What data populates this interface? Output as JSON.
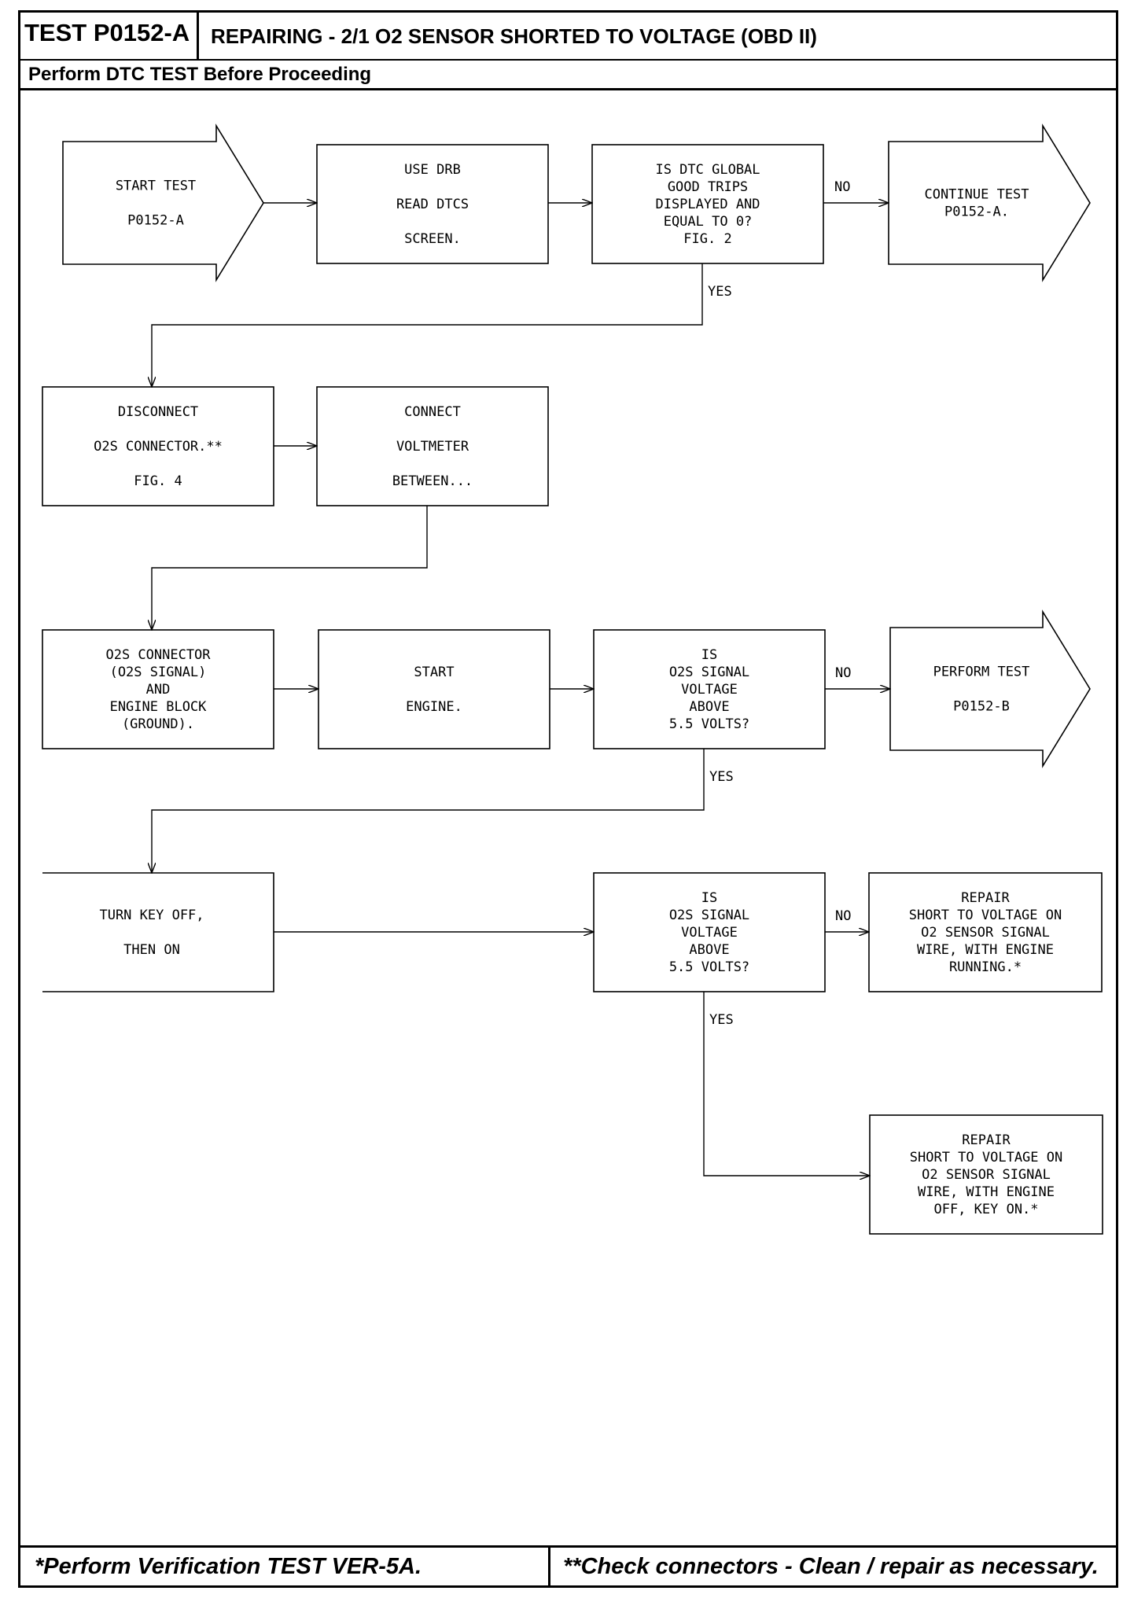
{
  "header": {
    "test_id": "TEST P0152-A",
    "title": "REPAIRING - 2/1 O2 SENSOR SHORTED TO VOLTAGE (OBD II)",
    "subtitle": "Perform DTC TEST Before Proceeding"
  },
  "flow": {
    "start": [
      "START TEST",
      "",
      "P0152-A"
    ],
    "use_drb": [
      "USE DRB",
      "",
      "READ DTCS",
      "",
      "SCREEN."
    ],
    "q_dtc": [
      "IS DTC GLOBAL",
      "GOOD TRIPS",
      "DISPLAYED AND",
      "EQUAL TO 0?",
      "FIG. 2"
    ],
    "continue": [
      "CONTINUE TEST",
      "P0152-A."
    ],
    "disconnect": [
      "DISCONNECT",
      "",
      "O2S CONNECTOR.**",
      "",
      "FIG. 4"
    ],
    "connect": [
      "CONNECT",
      "",
      "VOLTMETER",
      "",
      "BETWEEN..."
    ],
    "o2s_connector": [
      "O2S CONNECTOR",
      "(O2S SIGNAL)",
      "AND",
      "ENGINE BLOCK",
      "(GROUND)."
    ],
    "start_engine": [
      "START",
      "",
      "ENGINE."
    ],
    "q_voltage_1": [
      "IS",
      "O2S SIGNAL",
      "VOLTAGE",
      "ABOVE",
      "5.5 VOLTS?"
    ],
    "perform_b": [
      "PERFORM TEST",
      "",
      "P0152-B"
    ],
    "turn_key": [
      "TURN KEY OFF,",
      "",
      "THEN ON"
    ],
    "q_voltage_2": [
      "IS",
      "O2S SIGNAL",
      "VOLTAGE",
      "ABOVE",
      "5.5 VOLTS?"
    ],
    "repair_running": [
      "REPAIR",
      "SHORT TO VOLTAGE ON",
      "O2 SENSOR SIGNAL",
      "WIRE, WITH ENGINE",
      "RUNNING.*"
    ],
    "repair_off": [
      "REPAIR",
      "SHORT TO VOLTAGE ON",
      "O2 SENSOR SIGNAL",
      "WIRE, WITH ENGINE",
      "OFF, KEY ON.*"
    ],
    "label_no": "NO",
    "label_yes": "YES"
  },
  "footer": {
    "left": "*Perform Verification TEST VER-5A.",
    "right": "**Check connectors - Clean / repair as necessary."
  }
}
